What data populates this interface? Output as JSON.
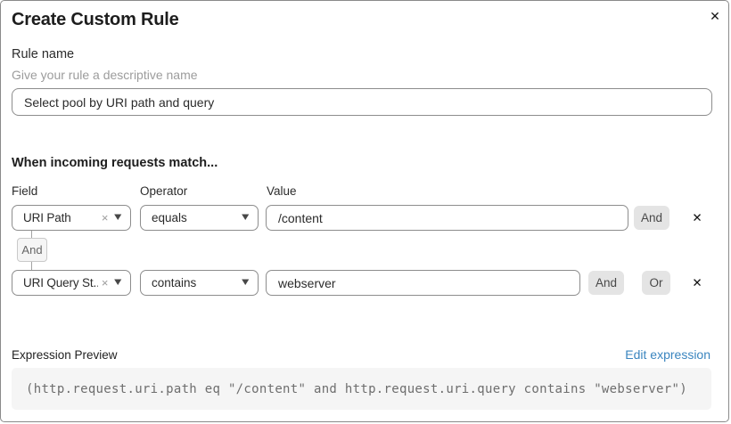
{
  "dialog": {
    "title": "Create Custom Rule"
  },
  "icons": {
    "close": "✕",
    "remove": "✕",
    "clear": "×",
    "caret": "▼"
  },
  "rule_name": {
    "label": "Rule name",
    "hint": "Give your rule a descriptive name",
    "value": "Select pool by URI path and query"
  },
  "matcher": {
    "heading": "When incoming requests match...",
    "columns": {
      "field": "Field",
      "operator": "Operator",
      "value": "Value"
    },
    "connector": "And",
    "rows": [
      {
        "field": "URI Path",
        "operator": "equals",
        "value": "/content",
        "buttons": [
          "And"
        ]
      },
      {
        "field": "URI Query St...",
        "operator": "contains",
        "value": "webserver",
        "buttons": [
          "And",
          "Or"
        ]
      }
    ]
  },
  "expression_preview": {
    "label": "Expression Preview",
    "edit_link": "Edit expression",
    "expression": "(http.request.uri.path eq \"/content\" and http.request.uri.query contains \"webserver\")"
  },
  "colors": {
    "link_blue": "#3a85bf",
    "button_gray": "#e4e4e4",
    "code_bg": "#f5f5f5",
    "border_gray": "#8d8d8d"
  }
}
